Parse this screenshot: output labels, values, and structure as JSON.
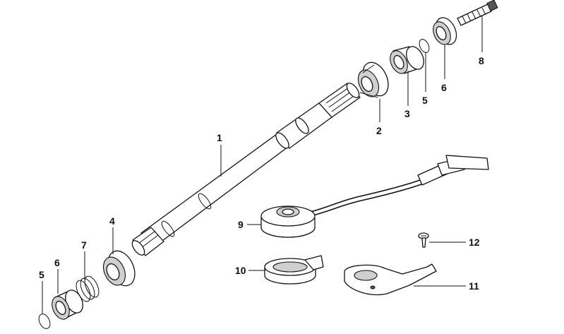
{
  "callouts": {
    "shaft": "1",
    "gear": "2",
    "upper_sleeve": "3",
    "upper_circlip": "5",
    "upper_bearing": "6",
    "bolt": "8",
    "lower_bearing_housing": "4",
    "lower_spring": "7",
    "lower_bearing": "6",
    "lower_circlip": "5",
    "sensor": "9",
    "retainer_ring": "10",
    "bracket": "11",
    "screw": "12"
  }
}
